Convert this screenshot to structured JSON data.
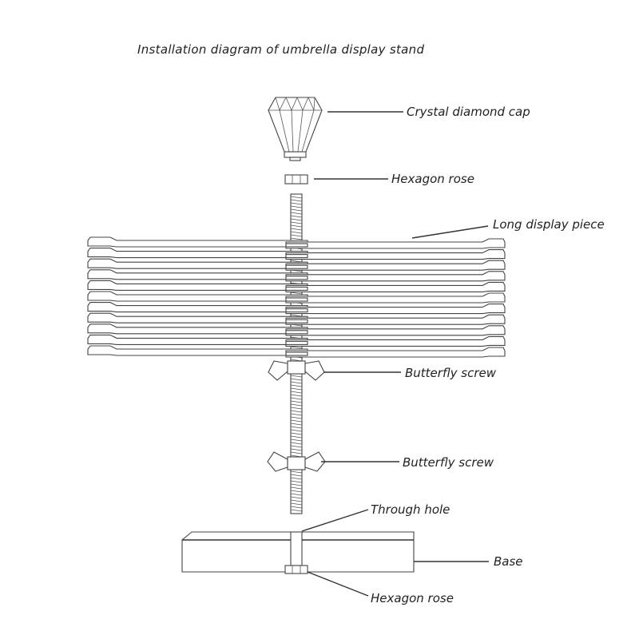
{
  "title": "Installation diagram of umbrella display stand",
  "labels": {
    "cap": "Crystal diamond cap",
    "hex_top": "Hexagon rose",
    "long_piece": "Long display piece",
    "butterfly_upper": "Butterfly screw",
    "butterfly_lower": "Butterfly screw",
    "through_hole": "Through hole",
    "base": "Base",
    "hex_bottom": "Hexagon rose"
  },
  "display_pieces": {
    "left_count": 11,
    "right_count": 11
  },
  "colors": {
    "line": "#333333",
    "background": "#ffffff"
  }
}
